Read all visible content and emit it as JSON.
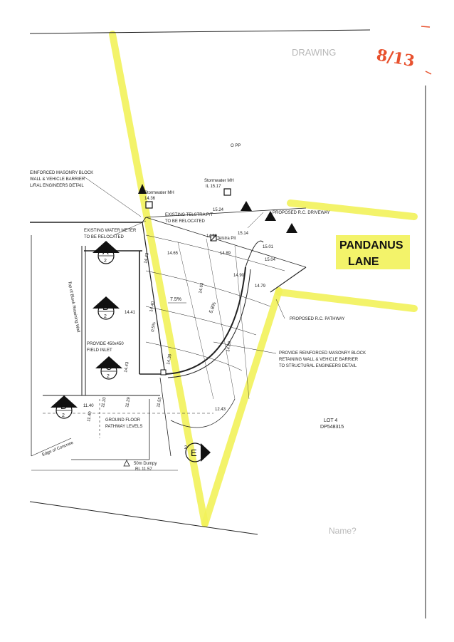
{
  "page_mark": "8/13",
  "street": {
    "line1": "PANDANUS",
    "line2": "LANE"
  },
  "notes": {
    "masonry_block_1": "EINFORCED MASONRY BLOCK",
    "masonry_block_2": "WALL & VEHICLE BARRIER",
    "masonry_block_3": "L/RAL ENGINEERS DETAIL",
    "telstra_1": "EXISTING TELSTRA P/T",
    "telstra_2": "TO BE RELOCATED",
    "water_meter_1": "EXISTING WATER METER",
    "water_meter_2": "TO BE RELOCATED",
    "driveway": "PROPOSED R.C. DRIVEWAY",
    "pathway": "PROPOSED R.C. PATHWAY",
    "retaining_1": "PROVIDE REINFORCED MASONRY BLOCK",
    "retaining_2": "RETAINING WALL & VEHICLE BARRIER",
    "retaining_3": "TO STRUCTURAL ENGINEERS DETAIL",
    "field_inlet_1": "PROVIDE 450x450",
    "field_inlet_2": "FIELD INLET",
    "ground_floor_1": "GROUND FLOOR",
    "ground_floor_2": "PATHWAY LEVELS",
    "lot_1": "LOT 4",
    "lot_2": "DP548315",
    "edge_concrete": "Edge of Concrete",
    "retaining_wall_side": "Top of Block Retaining Wall",
    "stormwater_1": "Stormwater MH",
    "stormwater_1_level": "14.36",
    "stormwater_2": "Stormwater MH",
    "stormwater_2_level": "IL 15.17",
    "pit_note": "Telstra Pit",
    "dumpy": "50m Dumpy",
    "dumpy_level": "RL 11.57",
    "faint_top": "DRAWING",
    "faint_bottom": "Name?",
    "op": "O PP"
  },
  "sections": [
    "A",
    "B",
    "C",
    "D",
    "E"
  ],
  "section_sub": "2",
  "levels": {
    "l1524": "15.24",
    "l1514": "15.14",
    "l1499": "14.99",
    "l1489": "14.89",
    "l1501": "15.01",
    "l1504": "15.04",
    "l1490": "14.90",
    "l1479": "14.79",
    "l1465": "14.65",
    "l1463": "14.63",
    "l1443": "14.43",
    "l1441": "14.41",
    "l1440": "14.40",
    "l1460": "14.60",
    "l1438": "14.38",
    "l1243": "12.43",
    "l1155": "11.55",
    "l1140": "11.40",
    "l1120": "11.20",
    "l1129": "11.29",
    "l1140b": "11.40"
  },
  "grades": {
    "g1": "7.5%",
    "g2": "5.8%",
    "g3": "0.5%"
  },
  "colors": {
    "highlight": "#f2f25a",
    "ink": "#222222",
    "annotation": "#e8512e"
  }
}
